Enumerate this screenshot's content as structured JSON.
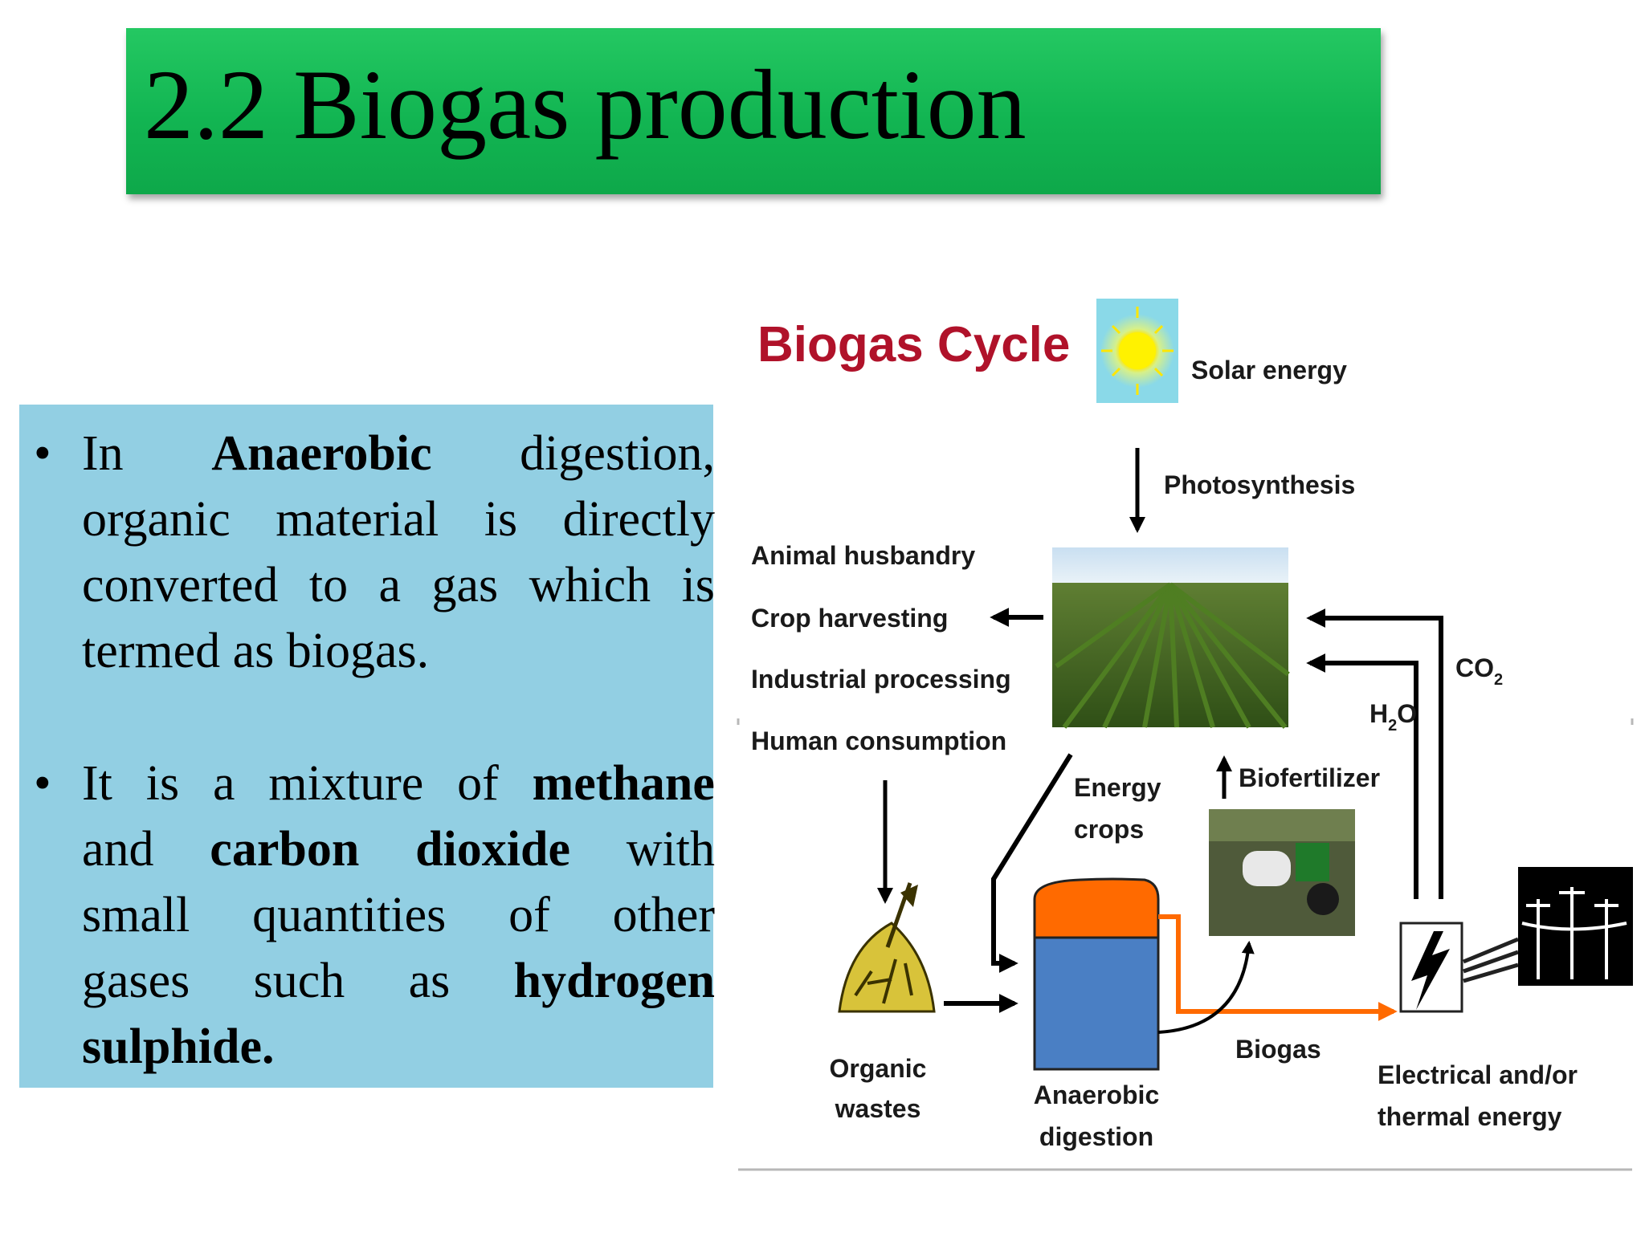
{
  "slide": {
    "title": "2.2 Biogas production",
    "colors": {
      "title_bar": "#12b552",
      "text_box": "#92cfe3",
      "diagram_title": "#b0122a",
      "digester_dome": "#ff6a00",
      "digester_tank": "#4a7fc4",
      "biogas_arrow": "#ff6a00"
    }
  },
  "bullets": [
    {
      "lines": [
        [
          {
            "t": "In",
            "b": false
          },
          {
            "t": "Anaerobic",
            "b": true
          },
          {
            "t": "digestion,",
            "b": false
          }
        ],
        [
          {
            "t": "organic",
            "b": false
          },
          {
            "t": "material",
            "b": false
          },
          {
            "t": "is",
            "b": false
          },
          {
            "t": "directly",
            "b": false
          }
        ],
        [
          {
            "t": "converted",
            "b": false
          },
          {
            "t": "to",
            "b": false
          },
          {
            "t": "a",
            "b": false
          },
          {
            "t": "gas",
            "b": false
          },
          {
            "t": "which",
            "b": false
          },
          {
            "t": "is",
            "b": false
          }
        ],
        [
          {
            "t": "termed as biogas.",
            "b": false
          }
        ]
      ]
    },
    {
      "lines": [
        [
          {
            "t": "It",
            "b": false
          },
          {
            "t": "is",
            "b": false
          },
          {
            "t": "a",
            "b": false
          },
          {
            "t": "mixture",
            "b": false
          },
          {
            "t": "of",
            "b": false
          },
          {
            "t": "methane",
            "b": true
          }
        ],
        [
          {
            "t": "and",
            "b": false
          },
          {
            "t": "carbon",
            "b": true
          },
          {
            "t": "dioxide",
            "b": true
          },
          {
            "t": "with",
            "b": false
          }
        ],
        [
          {
            "t": "small",
            "b": false
          },
          {
            "t": "quantities",
            "b": false
          },
          {
            "t": "of",
            "b": false
          },
          {
            "t": "other",
            "b": false
          }
        ],
        [
          {
            "t": "gases",
            "b": false
          },
          {
            "t": "such",
            "b": false
          },
          {
            "t": "as",
            "b": false
          },
          {
            "t": "hydrogen",
            "b": true
          }
        ],
        [
          {
            "t": "sulphide.",
            "b": true
          }
        ]
      ]
    }
  ],
  "diagram": {
    "title": "Biogas Cycle",
    "solar_energy": "Solar energy",
    "photosynthesis": "Photosynthesis",
    "uses": [
      "Animal husbandry",
      "Crop harvesting",
      "Industrial processing",
      "Human consumption"
    ],
    "co2": "CO",
    "co2_sub": "2",
    "h2o_h": "H",
    "h2o_sub": "2",
    "h2o_o": "O",
    "energy_crops": [
      "Energy",
      "crops"
    ],
    "biofertilizer": "Biofertilizer",
    "organic_wastes": [
      "Organic",
      "wastes"
    ],
    "anaerobic_digestion": [
      "Anaerobic",
      "digestion"
    ],
    "biogas": "Biogas",
    "energy_output": [
      "Electrical and/or",
      "thermal energy"
    ]
  }
}
